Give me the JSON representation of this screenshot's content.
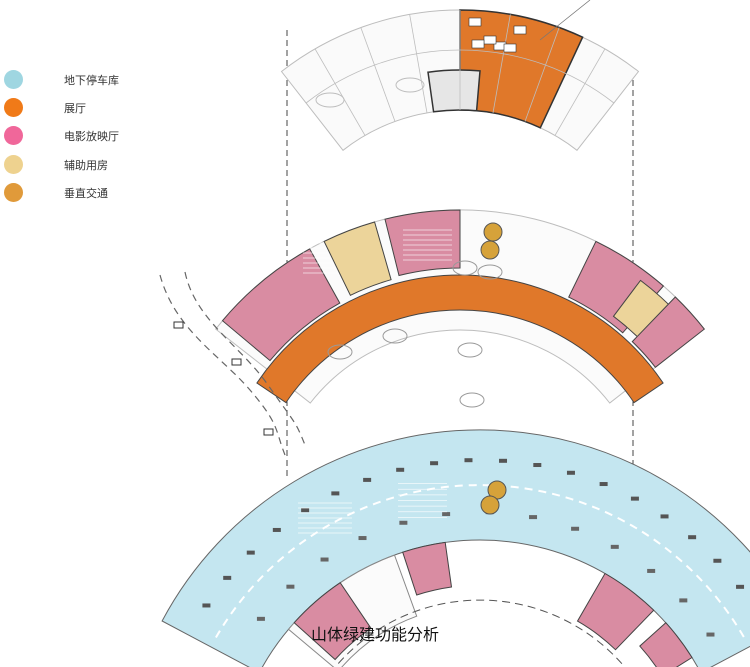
{
  "legend": [
    {
      "label": "地下停车库",
      "color": "#9fd6e1"
    },
    {
      "label": "展厅",
      "color": "#f07a18"
    },
    {
      "label": "电影放映厅",
      "color": "#f0679a"
    },
    {
      "label": "辅助用房",
      "color": "#eed28f"
    },
    {
      "label": "垂直交通",
      "color": "#e09a3a"
    }
  ],
  "caption": "山体绿建功能分析",
  "colors": {
    "line": "#555555",
    "light_line": "#bdbdbd",
    "parking": "#c4e6f0",
    "exhibition": "#e0782a",
    "cinema": "#d98ca2",
    "auxiliary": "#ecd49a",
    "core": "#d6a23a",
    "light_gray": "#e6e6e6"
  }
}
